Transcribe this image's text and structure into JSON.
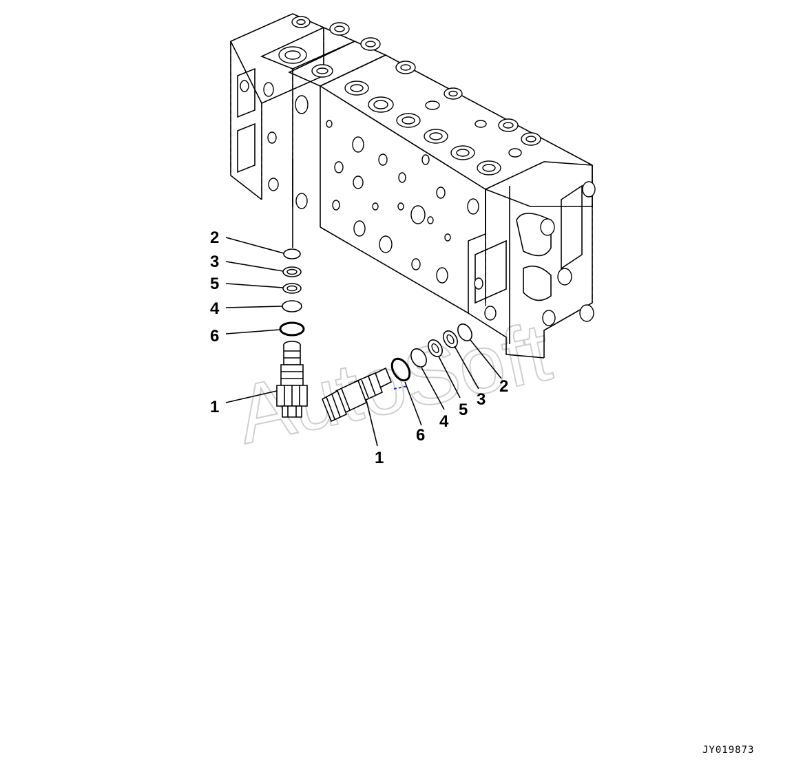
{
  "watermark": {
    "text": "AutoSoft"
  },
  "drawing_id": "JY019873",
  "callouts": {
    "vertical_stack": {
      "c2": "2",
      "c3": "3",
      "c5": "5",
      "c4": "4",
      "c6": "6",
      "c1": "1"
    },
    "horizontal_stack": {
      "c1": "1",
      "c6": "6",
      "c4": "4",
      "c5": "5",
      "c3": "3",
      "c2": "2"
    }
  }
}
